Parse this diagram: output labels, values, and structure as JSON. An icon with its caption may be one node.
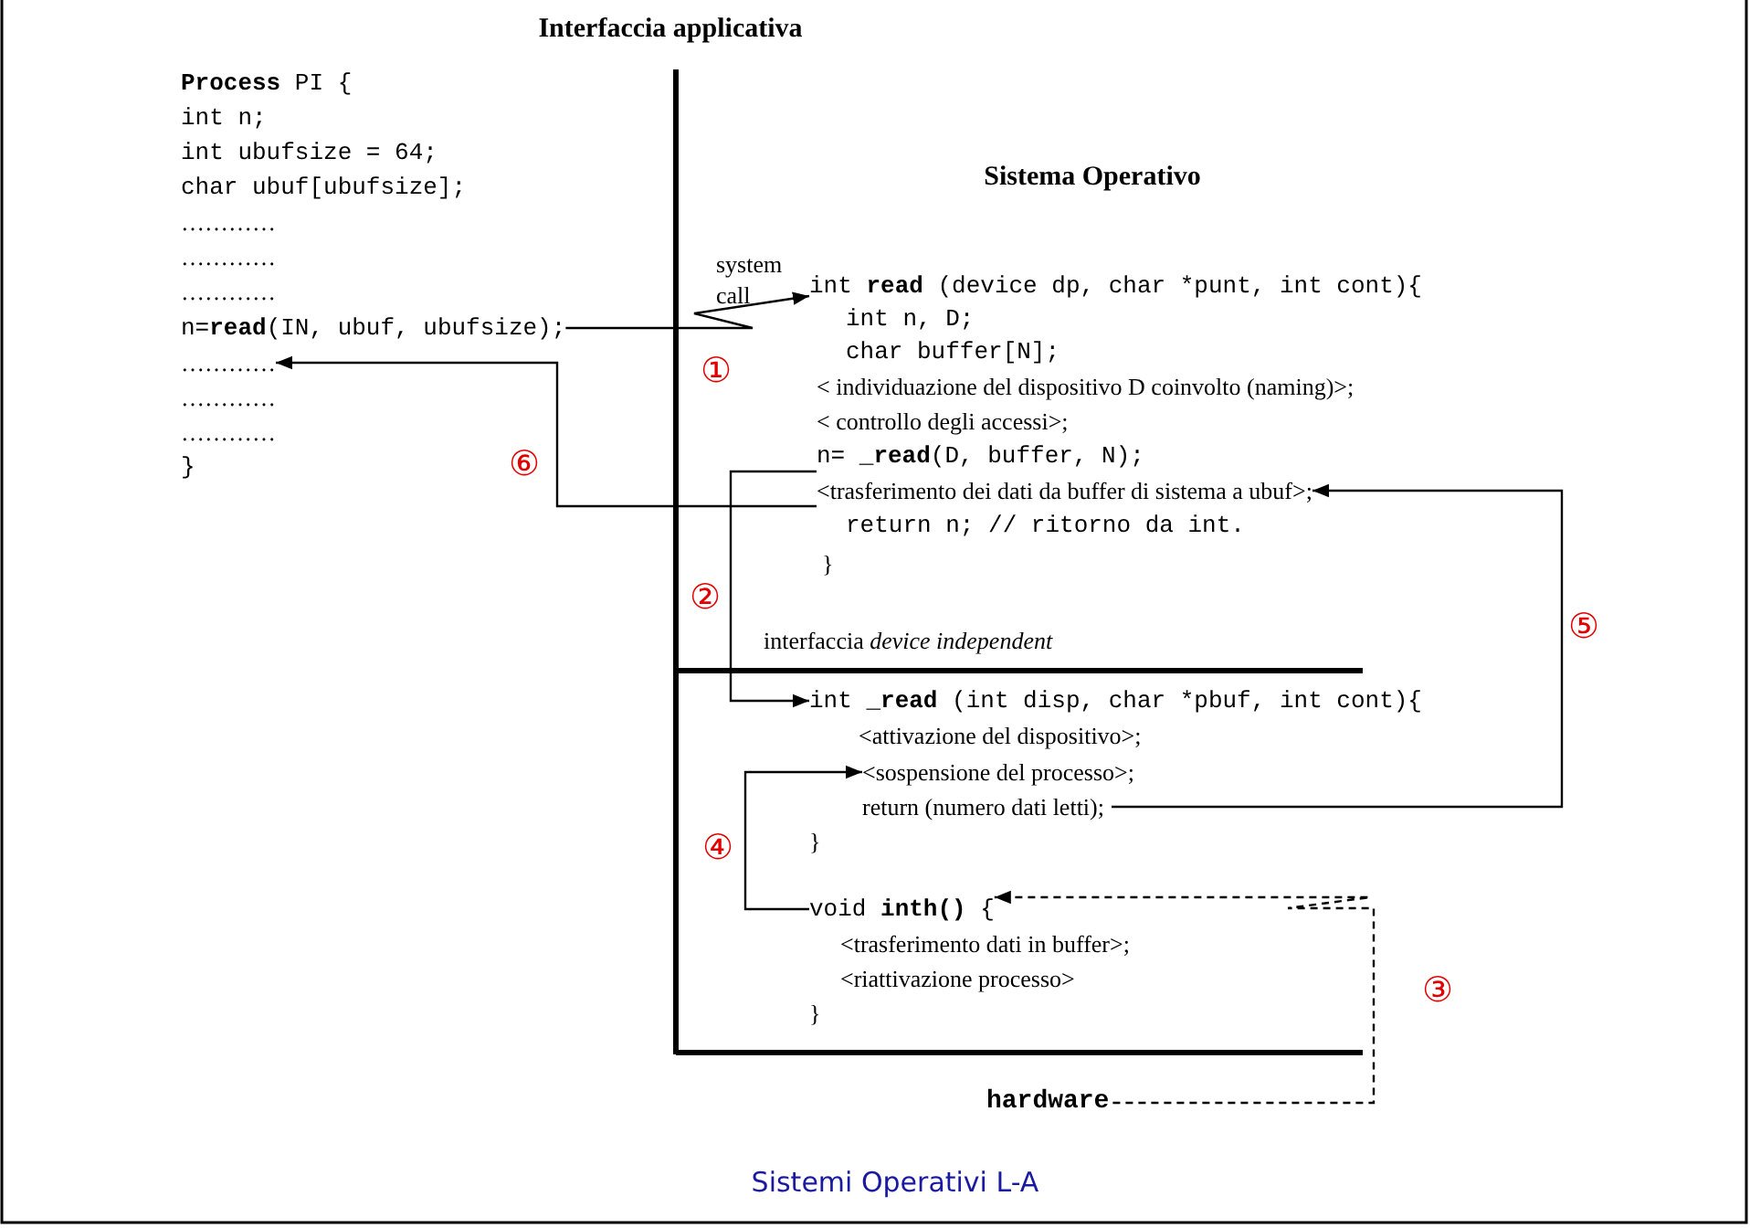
{
  "diagram": {
    "caption": "Sistemi Operativi L-A",
    "nodes": [
      {
        "text": [
          "**Process** PI  {"
        ]
      },
      {
        "text": [
          "int n;"
        ]
      },
      {
        "text": [
          "int ubufsize = 64;"
        ]
      },
      {
        "text": [
          "char ubuf[ubufsize];"
        ]
      },
      {
        "text": [
          "…………"
        ]
      },
      {
        "text": [
          "…………"
        ]
      },
      {
        "text": [
          "…………"
        ]
      },
      {
        "text": [
          "n=**read**(IN, ubuf, ubufsize);"
        ]
      },
      {
        "text": [
          "…………"
        ]
      },
      {
        "text": [
          "…………"
        ]
      },
      {
        "text": [
          "…………"
        ]
      },
      {
        "text": [
          "}"
        ]
      },
      {
        "text": [
          "int **read** (device dp, char *punt, int cont){"
        ]
      },
      {
        "text": [
          "int n, D;"
        ]
      },
      {
        "text": [
          "char buffer[N];"
        ]
      },
      {
        "text": [
          "< individuazione del dispositivo D coinvolto  (naming)>;"
        ]
      },
      {
        "text": [
          "< controllo degli accessi>;"
        ]
      },
      {
        "text": [
          "n= **_read**(D, buffer, N);"
        ]
      },
      {
        "text": [
          "<trasferimento dei dati da buffer di sistema a ubuf>;"
        ]
      },
      {
        "text": [
          "return n;  // ritorno da int."
        ]
      },
      {
        "text": [
          "}"
        ]
      },
      {
        "text": [
          "int **_read** (int disp, char *pbuf, int cont){"
        ]
      },
      {
        "text": [
          "<attivazione del dispositivo>;"
        ]
      },
      {
        "text": [
          "<sospensione del processo>;"
        ]
      },
      {
        "text": [
          "return (numero dati letti);"
        ]
      },
      {
        "text": [
          "}"
        ]
      },
      {
        "text": [
          "void **inth()** {"
        ]
      },
      {
        "text": [
          "<trasferimento dati in  buffer>;"
        ]
      },
      {
        "text": [
          "<riattivazione processo>"
        ]
      },
      {
        "text": [
          "}"
        ]
      },
      {
        "text": [
          "hardware"
        ]
      }
    ],
    "edges": [
      {
        "from": 7,
        "to": 12,
        "arrow": "to",
        "label": "①"
      },
      {
        "from": 17,
        "to": 21,
        "arrow": "to",
        "label": "②"
      },
      {
        "from": 30,
        "to": 26,
        "arrow": "to",
        "label": "③",
        "style": "dashed"
      },
      {
        "from": 26,
        "to": 23,
        "arrow": "to",
        "label": "④"
      },
      {
        "from": 24,
        "to": 18,
        "arrow": "to",
        "label": "⑤"
      },
      {
        "from": 18,
        "to": 8,
        "arrow": "to",
        "label": "⑥"
      }
    ],
    "labels": [
      "Interfaccia applicativa",
      "Sistema Operativo",
      "system call",
      "interfaccia *device independent*"
    ]
  }
}
